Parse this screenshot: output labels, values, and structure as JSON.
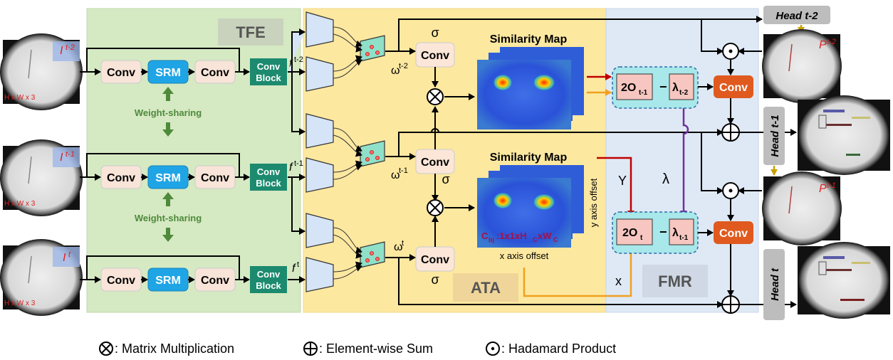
{
  "inputs": [
    {
      "label": "I",
      "sup": "t-2",
      "size": "H x W x 3"
    },
    {
      "label": "I",
      "sup": "t-1",
      "size": "H x W x 3"
    },
    {
      "label": "I",
      "sup": "t",
      "size": "H x W x 3"
    }
  ],
  "modules": {
    "tfe": "TFE",
    "ata": "ATA",
    "fmr": "FMR"
  },
  "tfe": {
    "conv": "Conv",
    "srm": "SRM",
    "conv_block_line1": "Conv",
    "conv_block_line2": "Block",
    "weight_sharing": "Weight-sharing"
  },
  "features": [
    {
      "label": "f",
      "sup": "t-2"
    },
    {
      "label": "f",
      "sup": "t-1"
    },
    {
      "label": "f",
      "sup": "t"
    }
  ],
  "weights": [
    {
      "label": "ω",
      "sup": "t-2"
    },
    {
      "label": "ω",
      "sup": "t-1"
    },
    {
      "label": "ω",
      "sup": "t"
    }
  ],
  "ata": {
    "conv": "Conv",
    "sigma": "σ",
    "similarity_map": "Similarity Map",
    "cbj": "C",
    "cbj_sub": "bj",
    "cbj_rest": ":1x1xH",
    "cbj_sub2": "C",
    "cbj_x": "xW",
    "cbj_sub3": "C",
    "x_offset": "x axis offset",
    "y_offset": "y axis offset"
  },
  "fmr": {
    "top_2o": "2O",
    "top_2o_sub": "t-1",
    "top_lambda": "λ",
    "top_lambda_sub": "t-2",
    "bot_2o": "2O",
    "bot_2o_sub": "t",
    "bot_lambda": "λ",
    "bot_lambda_sub": "t-1",
    "minus": "−",
    "conv": "Conv",
    "y": "Y",
    "x": "x",
    "lambda": "λ"
  },
  "heads": [
    "Head t-2",
    "Head t-1",
    "Head t"
  ],
  "predictions": [
    {
      "label": "P",
      "sup": "t-2"
    },
    {
      "label": "P",
      "sup": "t-1"
    }
  ],
  "legend": [
    {
      "symbol": "⊗",
      "text": ": Matrix Multiplication"
    },
    {
      "symbol": "⊕",
      "text": ": Element-wise Sum"
    },
    {
      "symbol": "⊙",
      "text": ": Hadamard Product"
    }
  ],
  "colors": {
    "tfe_bg": "#d5e9c3",
    "ata_bg": "#fde8a0",
    "fmr_bg": "#dfe9f5",
    "srm": "#1fa5e6",
    "conv_block": "#1c8a6e",
    "fmr_conv": "#e05a1f",
    "fmr_box": "#a8e7ea",
    "pink_box": "#f7c6c0",
    "label_red": "#e02020",
    "cbj_red": "#a0124a",
    "head_gray": "#bdbdbd"
  }
}
